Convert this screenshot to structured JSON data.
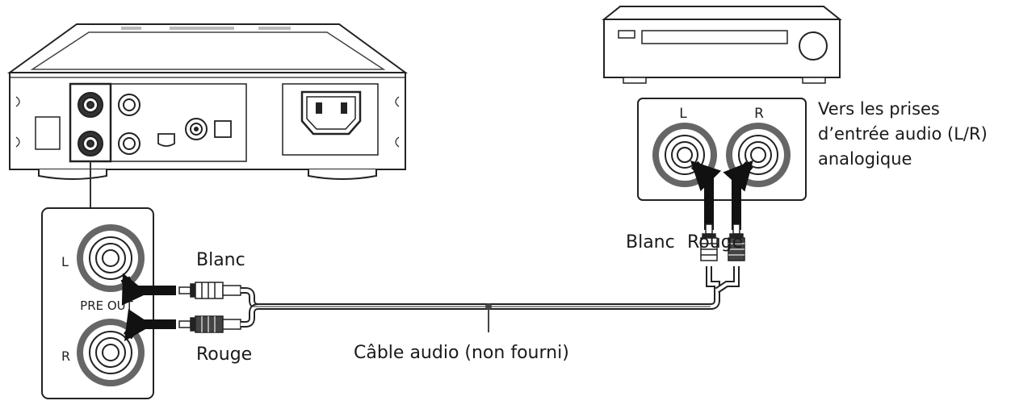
{
  "diagram": {
    "jack_labels": {
      "left": "L",
      "right": "R",
      "pre_out": "PRE OUT"
    },
    "labels": {
      "white_left": "Blanc",
      "red_left": "Rouge",
      "cable": "Câble audio (non fourni)",
      "white_right": "Blanc",
      "red_right": "Rouge",
      "destination_line1": "Vers les prises",
      "destination_line2": "d’entrée audio (L/R)",
      "destination_line3": "analogique"
    }
  }
}
